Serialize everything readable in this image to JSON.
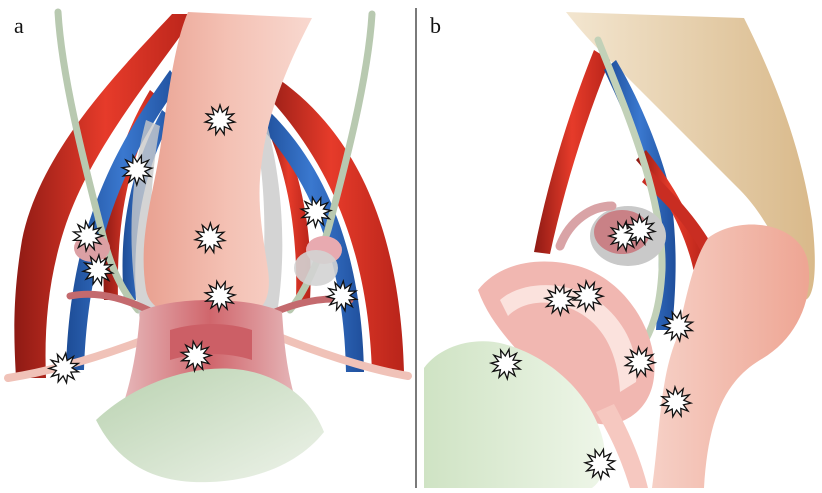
{
  "panels": [
    {
      "label": "a",
      "view": "frontal"
    },
    {
      "label": "b",
      "view": "sagittal"
    }
  ],
  "colors": {
    "artery": "#e03a2a",
    "artery_dark": "#a8221a",
    "vein": "#2b63b8",
    "ureter": "#c9d6c0",
    "bowel": "#f2b3a6",
    "uterus": "#d97a7e",
    "bladder": "#cfe0c8",
    "sacrum": "#e6d0ae",
    "lesion_fill": "#ffffff",
    "lesion_stroke": "#111111"
  },
  "lesion_count": {
    "a": 10,
    "b": 9
  },
  "divider": true
}
